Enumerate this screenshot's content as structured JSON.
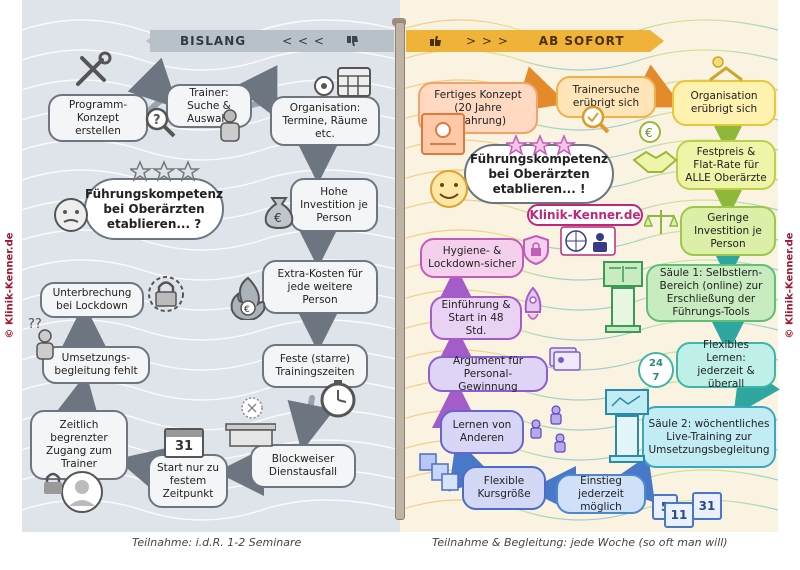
{
  "copyright": "© Klinik-Kenner.de",
  "left_banner": {
    "title": "BISLANG",
    "arrows": "< < <",
    "icon": "thumb-down-icon"
  },
  "right_banner": {
    "title": "AB SOFORT",
    "arrows": "> > >",
    "icon": "thumb-up-icon"
  },
  "left_thought": "Führungskompetenz bei Oberärzten etablieren... ?",
  "right_thought": "Führungskompetenz bei Oberärzten etablieren... !",
  "brand": "Klinik-Kenner.de",
  "left_steps": [
    "Programm-Konzept erstellen",
    "Trainer: Suche & Auswahl",
    "Organisation: Termine, Räume etc.",
    "Hohe Investition je Person",
    "Extra-Kosten für jede weitere Person",
    "Feste (starre) Trainingszeiten",
    "Blockweiser Dienstausfall",
    "Start nur zu festem Zeitpunkt",
    "Zeitlich begrenzter Zugang zum Trainer",
    "Umsetzungs-begleitung fehlt",
    "Unterbrechung bei Lockdown"
  ],
  "right_steps": [
    "Fertiges Konzept (20 Jahre Erfahrung)",
    "Trainersuche erübrigt sich",
    "Organisation erübrigt sich",
    "Festpreis & Flat-Rate für ALLE Oberärzte",
    "Geringe Investition je Person",
    "Säule 1: Selbstlern-Bereich (online) zur Erschließung der Führungs-Tools",
    "Flexibles Lernen: jederzeit & überall",
    "Säule 2: wöchentliches Live-Training zur Umsetzungsbegleitung",
    "Einstieg jederzeit möglich",
    "Flexible Kursgröße",
    "Lernen von Anderen",
    "Argument für Personal-Gewinnung",
    "Einführung & Start in 48 Std.",
    "Hygiene- & Lockdown-sicher"
  ],
  "calendar_numbers": [
    "31",
    "5",
    "11",
    "31"
  ],
  "clock_digits": [
    "24",
    "7"
  ],
  "footer_left": "Teilnahme: i.d.R. 1-2 Seminare",
  "footer_right": "Teilnahme & Begleitung: jede Woche (so oft man will)",
  "colors": {
    "left_bg": "#dfe4ea",
    "right_bg": "#fbf3e2",
    "gray_border": "#6c7580",
    "banner_right": "#f0b33a",
    "brand": "#c0277a",
    "copyright": "#a3162c"
  }
}
